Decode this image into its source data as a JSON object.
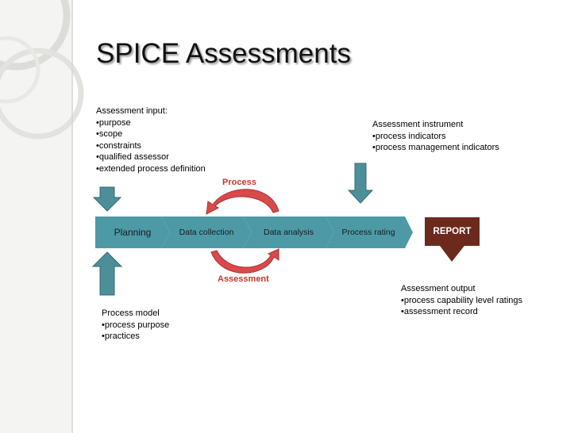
{
  "title": "SPICE Assessments",
  "input": {
    "heading": "Assessment input:",
    "items": [
      "purpose",
      "scope",
      "constraints",
      "qualified assessor",
      "extended process definition"
    ]
  },
  "instrument": {
    "heading": "Assessment  instrument",
    "items": [
      "process indicators",
      "process management indicators"
    ]
  },
  "process_label": "Process",
  "assessment_label": "Assessment",
  "steps": [
    "Planning",
    "Data collection",
    "Data analysis",
    "Process rating"
  ],
  "report_label": "REPORT",
  "output": {
    "heading": "Assessment output",
    "items": [
      "process capability level ratings",
      "assessment record"
    ]
  },
  "model": {
    "heading": "Process model",
    "items": [
      "process purpose",
      "practices"
    ]
  },
  "colors": {
    "step_fill": "#4d9aa6",
    "arrow_fill": "#4d8f99",
    "report_fill": "#6b2a1c",
    "curve_fill": "#d94a4a",
    "label_red": "#c0392b"
  }
}
